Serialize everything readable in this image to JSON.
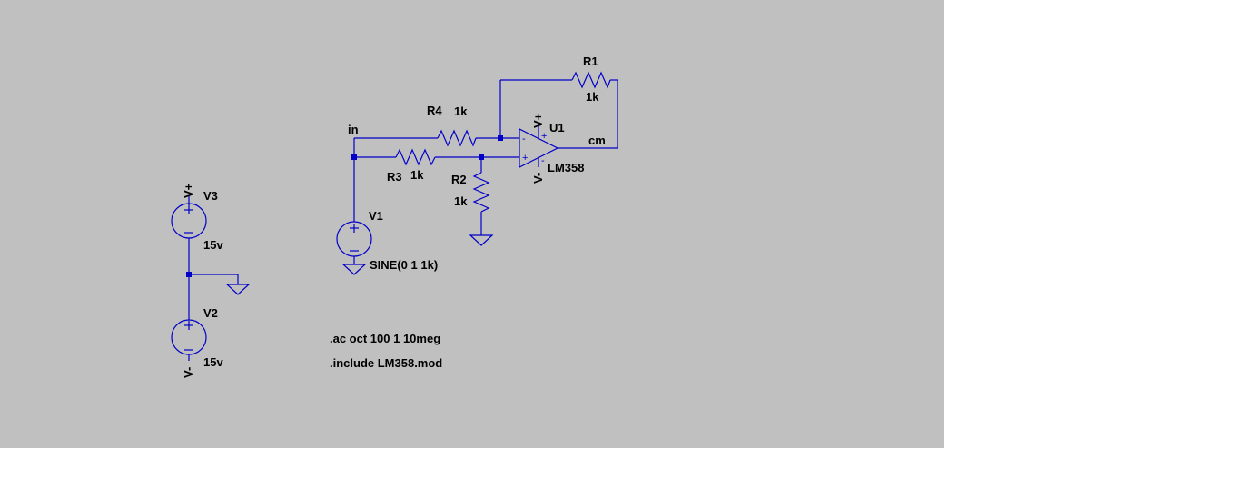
{
  "colors": {
    "canvas_background": "#c0c0c0",
    "wire": "#0000c8",
    "text": "#000000",
    "page_background": "#ffffff"
  },
  "components": {
    "v3": {
      "name": "V3",
      "value": "15v",
      "flag": "V+"
    },
    "v2": {
      "name": "V2",
      "value": "15v",
      "flag": "V-"
    },
    "v1": {
      "name": "V1",
      "value": "SINE(0 1 1k)"
    },
    "r1": {
      "name": "R1",
      "value": "1k"
    },
    "r2": {
      "name": "R2",
      "value": "1k"
    },
    "r3": {
      "name": "R3",
      "value": "1k"
    },
    "r4": {
      "name": "R4",
      "value": "1k"
    },
    "u1": {
      "name": "U1",
      "model": "LM358",
      "pos_flag": "V+",
      "neg_flag": "V-"
    }
  },
  "nets": {
    "input": "in",
    "output": "cm"
  },
  "directives": {
    "ac": ".ac oct 100 1 10meg",
    "include": ".include LM358.mod"
  },
  "icons": [
    "ground-icon",
    "voltage-source-icon",
    "resistor-icon",
    "opamp-icon"
  ]
}
